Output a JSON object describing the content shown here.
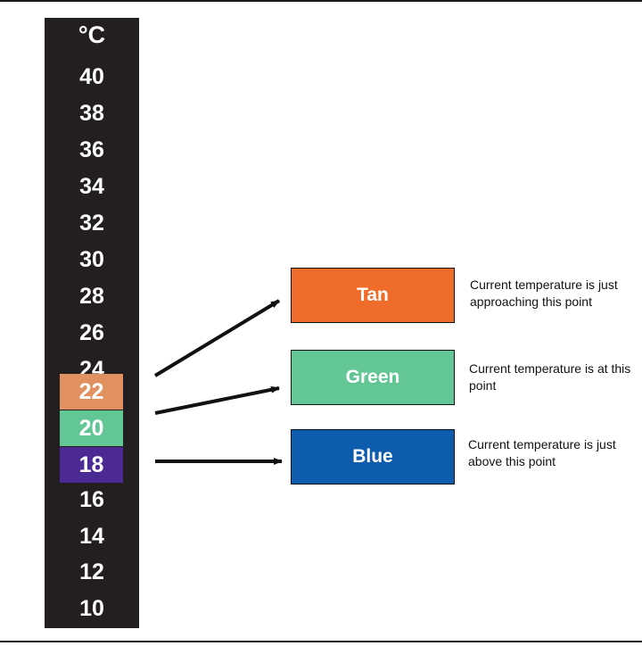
{
  "strip": {
    "unit": "°C",
    "ticks": [
      {
        "label": "40"
      },
      {
        "label": "38"
      },
      {
        "label": "36"
      },
      {
        "label": "34"
      },
      {
        "label": "32"
      },
      {
        "label": "30"
      },
      {
        "label": "28"
      },
      {
        "label": "26"
      },
      {
        "label": "24"
      },
      {
        "label": "22",
        "highlight": "#e0915f"
      },
      {
        "label": "20",
        "highlight": "#63c795"
      },
      {
        "label": "18",
        "highlight": "#4b2a94"
      },
      {
        "label": "16"
      },
      {
        "label": "14"
      },
      {
        "label": "12"
      },
      {
        "label": "10"
      }
    ],
    "background": "#231f20"
  },
  "legend": [
    {
      "name": "Tan",
      "color": "#f06c2a",
      "description": "Current temperature is just approaching this point"
    },
    {
      "name": "Green",
      "color": "#63c795",
      "description": "Current temperature is at this point"
    },
    {
      "name": "Blue",
      "color": "#0e5cad",
      "description": "Current temperature is just above this point"
    }
  ]
}
